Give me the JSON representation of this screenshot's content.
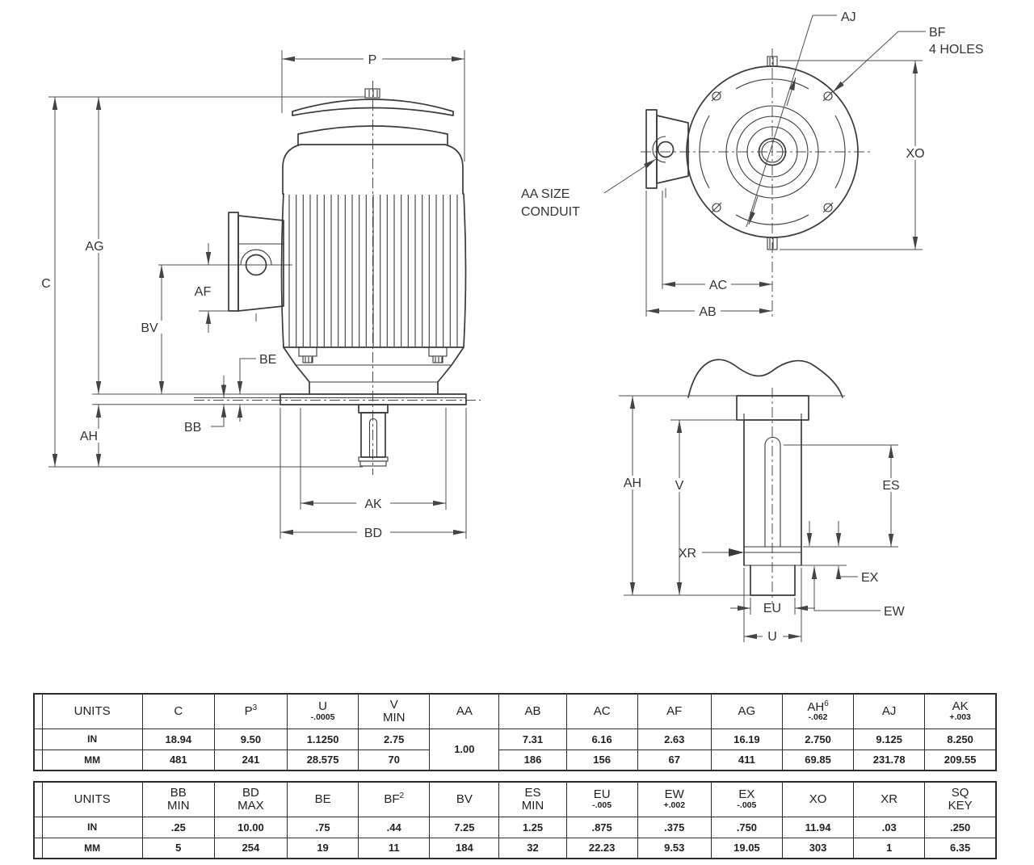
{
  "page": {
    "background": "#ffffff",
    "line_color": "#3a3a3a",
    "text_color": "#333333"
  },
  "drawing": {
    "side_view_labels": {
      "p": "P",
      "c": "C",
      "ag": "AG",
      "af": "AF",
      "bv": "BV",
      "be": "BE",
      "bb": "BB",
      "ah": "AH",
      "ak": "AK",
      "bd": "BD"
    },
    "end_view_labels": {
      "aj": "AJ",
      "bf": "BF",
      "bf_note": "4 HOLES",
      "xo": "XO",
      "ac": "AC",
      "ab": "AB",
      "conduit_line1": "AA SIZE",
      "conduit_line2": "CONDUIT"
    },
    "shaft_view_labels": {
      "ah": "AH",
      "v": "V",
      "es": "ES",
      "xr": "XR",
      "ex": "EX",
      "ew": "EW",
      "eu": "EU",
      "u": "U"
    }
  },
  "tables": [
    {
      "columns": [
        {
          "label": "UNITS"
        },
        {
          "label": "C"
        },
        {
          "label": "P",
          "sup": "3"
        },
        {
          "label": "U",
          "tol": "-.0005"
        },
        {
          "label": "V",
          "sub": "MIN"
        },
        {
          "label": "AA"
        },
        {
          "label": "AB"
        },
        {
          "label": "AC"
        },
        {
          "label": "AF"
        },
        {
          "label": "AG"
        },
        {
          "label": "AH",
          "sup": "6",
          "tol": "-.062"
        },
        {
          "label": "AJ"
        },
        {
          "label": "AK",
          "tol": "+.003"
        }
      ],
      "rows": [
        {
          "cells": [
            "IN",
            "18.94",
            "9.50",
            "1.1250",
            "2.75",
            "1.00",
            "7.31",
            "6.16",
            "2.63",
            "16.19",
            "2.750",
            "9.125",
            "8.250"
          ]
        },
        {
          "cells": [
            "MM",
            "481",
            "241",
            "28.575",
            "70",
            "",
            "186",
            "156",
            "67",
            "411",
            "69.85",
            "231.78",
            "209.55"
          ]
        }
      ]
    },
    {
      "columns": [
        {
          "label": "UNITS"
        },
        {
          "label": "BB",
          "sub": "MIN"
        },
        {
          "label": "BD",
          "sub": "MAX"
        },
        {
          "label": "BE"
        },
        {
          "label": "BF",
          "sup": "2"
        },
        {
          "label": "BV"
        },
        {
          "label": "ES",
          "sub": "MIN"
        },
        {
          "label": "EU",
          "tol": "-.005"
        },
        {
          "label": "EW",
          "tol": "+.002"
        },
        {
          "label": "EX",
          "tol": "-.005"
        },
        {
          "label": "XO"
        },
        {
          "label": "XR"
        },
        {
          "label": "SQ",
          "sub": "KEY"
        }
      ],
      "rows": [
        {
          "cells": [
            "IN",
            ".25",
            "10.00",
            ".75",
            ".44",
            "7.25",
            "1.25",
            ".875",
            ".375",
            ".750",
            "11.94",
            ".03",
            ".250"
          ]
        },
        {
          "cells": [
            "MM",
            "5",
            "254",
            "19",
            "11",
            "184",
            "32",
            "22.23",
            "9.53",
            "19.05",
            "303",
            "1",
            "6.35"
          ]
        }
      ]
    }
  ]
}
